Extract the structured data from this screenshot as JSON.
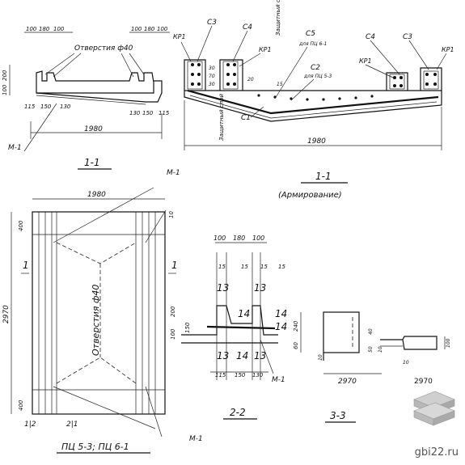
{
  "views": {
    "sec11": {
      "dims_top": [
        "100",
        "180",
        "100",
        "100",
        "180",
        "100"
      ],
      "hole_label": "Отверстия ф40",
      "dims_left": [
        "200",
        "100"
      ],
      "dims_bottom": [
        "115",
        "150",
        "130",
        "130",
        "150",
        "115"
      ],
      "overall": "1980",
      "mark": "М-1",
      "title": "1-1"
    },
    "reinf": {
      "labels": [
        "КР1",
        "С3",
        "С4",
        "КР1",
        "С5",
        "для ПЦ 6-1",
        "С2",
        "для ПЦ 5-3",
        "С4",
        "С3",
        "КР1",
        "КР1"
      ],
      "protect_top": "Защитный слой",
      "protect_bottom": "Защитный слой",
      "dims_side": [
        "30",
        "70",
        "30"
      ],
      "dim_15": "15",
      "dim_20": "20",
      "c1": "С1",
      "overall": "1980",
      "title": "1-1",
      "subtitle": "(Армирование)"
    },
    "plan": {
      "width": "1980",
      "height": "2970",
      "dim_top": "400",
      "dim_bottom": "400",
      "dim_right": "10",
      "hole_label": "Отверстия ф40",
      "cut_left": "1",
      "cut_right": "1",
      "mark_top": "М-1",
      "mark_bottom": "М-1",
      "bottom_left": "1|2",
      "bottom_mid": "2|1",
      "title": "ПЦ 5-3; ПЦ 6-1"
    },
    "sec22": {
      "dims_top": [
        "100",
        "180",
        "100"
      ],
      "dims_15": [
        "15",
        "15",
        "15",
        "15"
      ],
      "nums_top": [
        "13",
        "13"
      ],
      "nums_mid": [
        "14",
        "14",
        "14"
      ],
      "nums_bot": [
        "13",
        "14",
        "13"
      ],
      "dims_left": [
        "200",
        "100",
        "150"
      ],
      "dims_bottom": [
        "115",
        "150",
        "130"
      ],
      "mark": "М-1",
      "title": "2-2"
    },
    "sec33": {
      "dim_240": "240",
      "dim_60": "60",
      "dim_10": "10",
      "overall": "2970",
      "title": "3-3",
      "right_dims": [
        "40",
        "50",
        "10",
        "10",
        "100"
      ]
    },
    "watermark": "gbi22.ru",
    "logo_label": "2970"
  }
}
